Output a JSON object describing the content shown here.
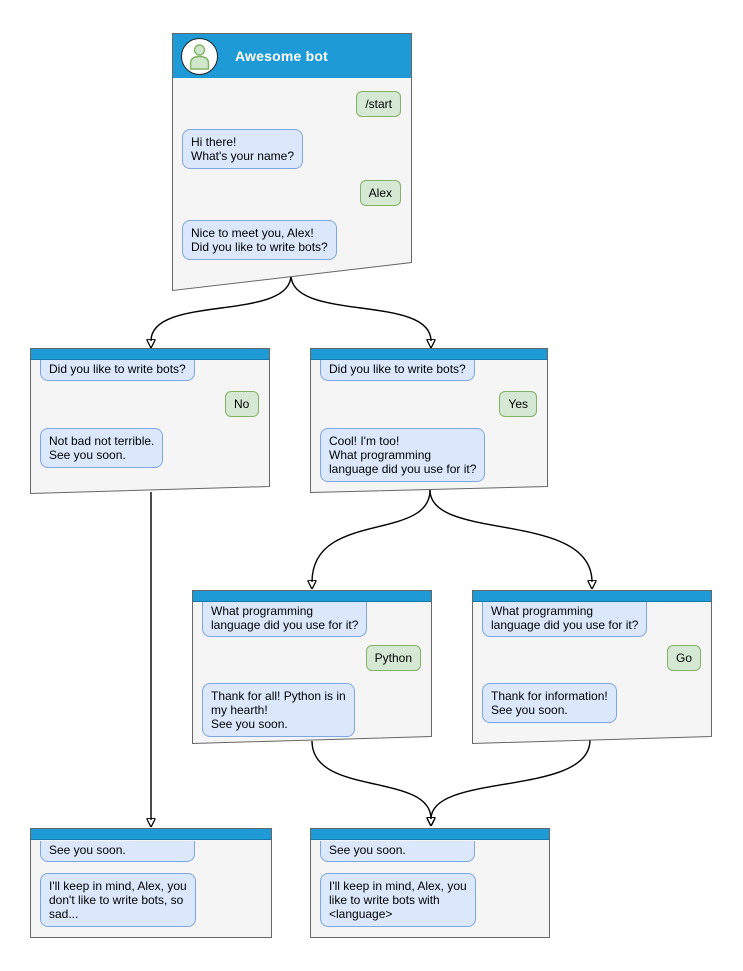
{
  "diagram_title": "Chat bot conversation flow",
  "colors": {
    "header_blue": "#1E9BD7",
    "window_fill": "#F5F5F5",
    "window_border": "#666666",
    "bot_bubble_fill": "#DBE8FC",
    "bot_bubble_border": "#7EA6E0",
    "user_bubble_fill": "#D5E8D4",
    "user_bubble_border": "#82B366",
    "connector": "#000000"
  },
  "windows": {
    "root": {
      "title": "Awesome bot",
      "avatar_icon": "person-icon",
      "messages": [
        {
          "from": "user",
          "text": "/start"
        },
        {
          "from": "bot",
          "text": "Hi there!\nWhat's your name?"
        },
        {
          "from": "user",
          "text": "Alex"
        },
        {
          "from": "bot",
          "text": "Nice to meet you, Alex!\nDid you like to write bots?"
        }
      ]
    },
    "branch_no": {
      "messages": [
        {
          "from": "bot",
          "text": "Did you like to write bots?",
          "clipped": true
        },
        {
          "from": "user",
          "text": "No"
        },
        {
          "from": "bot",
          "text": "Not bad not terrible.\nSee you soon."
        }
      ]
    },
    "branch_yes": {
      "messages": [
        {
          "from": "bot",
          "text": "Did you like to write bots?",
          "clipped": true
        },
        {
          "from": "user",
          "text": "Yes"
        },
        {
          "from": "bot",
          "text": "Cool! I'm too!\nWhat programming\nlanguage did you use for it?"
        }
      ]
    },
    "lang_python": {
      "messages": [
        {
          "from": "bot",
          "text": "What programming\nlanguage did you use for it?",
          "clipped": true
        },
        {
          "from": "user",
          "text": "Python"
        },
        {
          "from": "bot",
          "text": "Thank for all! Python is in\nmy hearth!\nSee you soon."
        }
      ]
    },
    "lang_go": {
      "messages": [
        {
          "from": "bot",
          "text": "What programming\nlanguage did you use for it?",
          "clipped": true
        },
        {
          "from": "user",
          "text": "Go"
        },
        {
          "from": "bot",
          "text": "Thank for information!\nSee you soon."
        }
      ]
    },
    "end_no": {
      "messages": [
        {
          "from": "bot",
          "text": "See you soon.",
          "clipped": true
        },
        {
          "from": "bot",
          "text": "I'll keep in mind, Alex, you\ndon't like to write bots, so\nsad..."
        }
      ]
    },
    "end_yes": {
      "messages": [
        {
          "from": "bot",
          "text": "See you soon.",
          "clipped": true
        },
        {
          "from": "bot",
          "text": "I'll keep in mind, Alex, you\nlike to write bots with\n<language>"
        }
      ]
    }
  }
}
